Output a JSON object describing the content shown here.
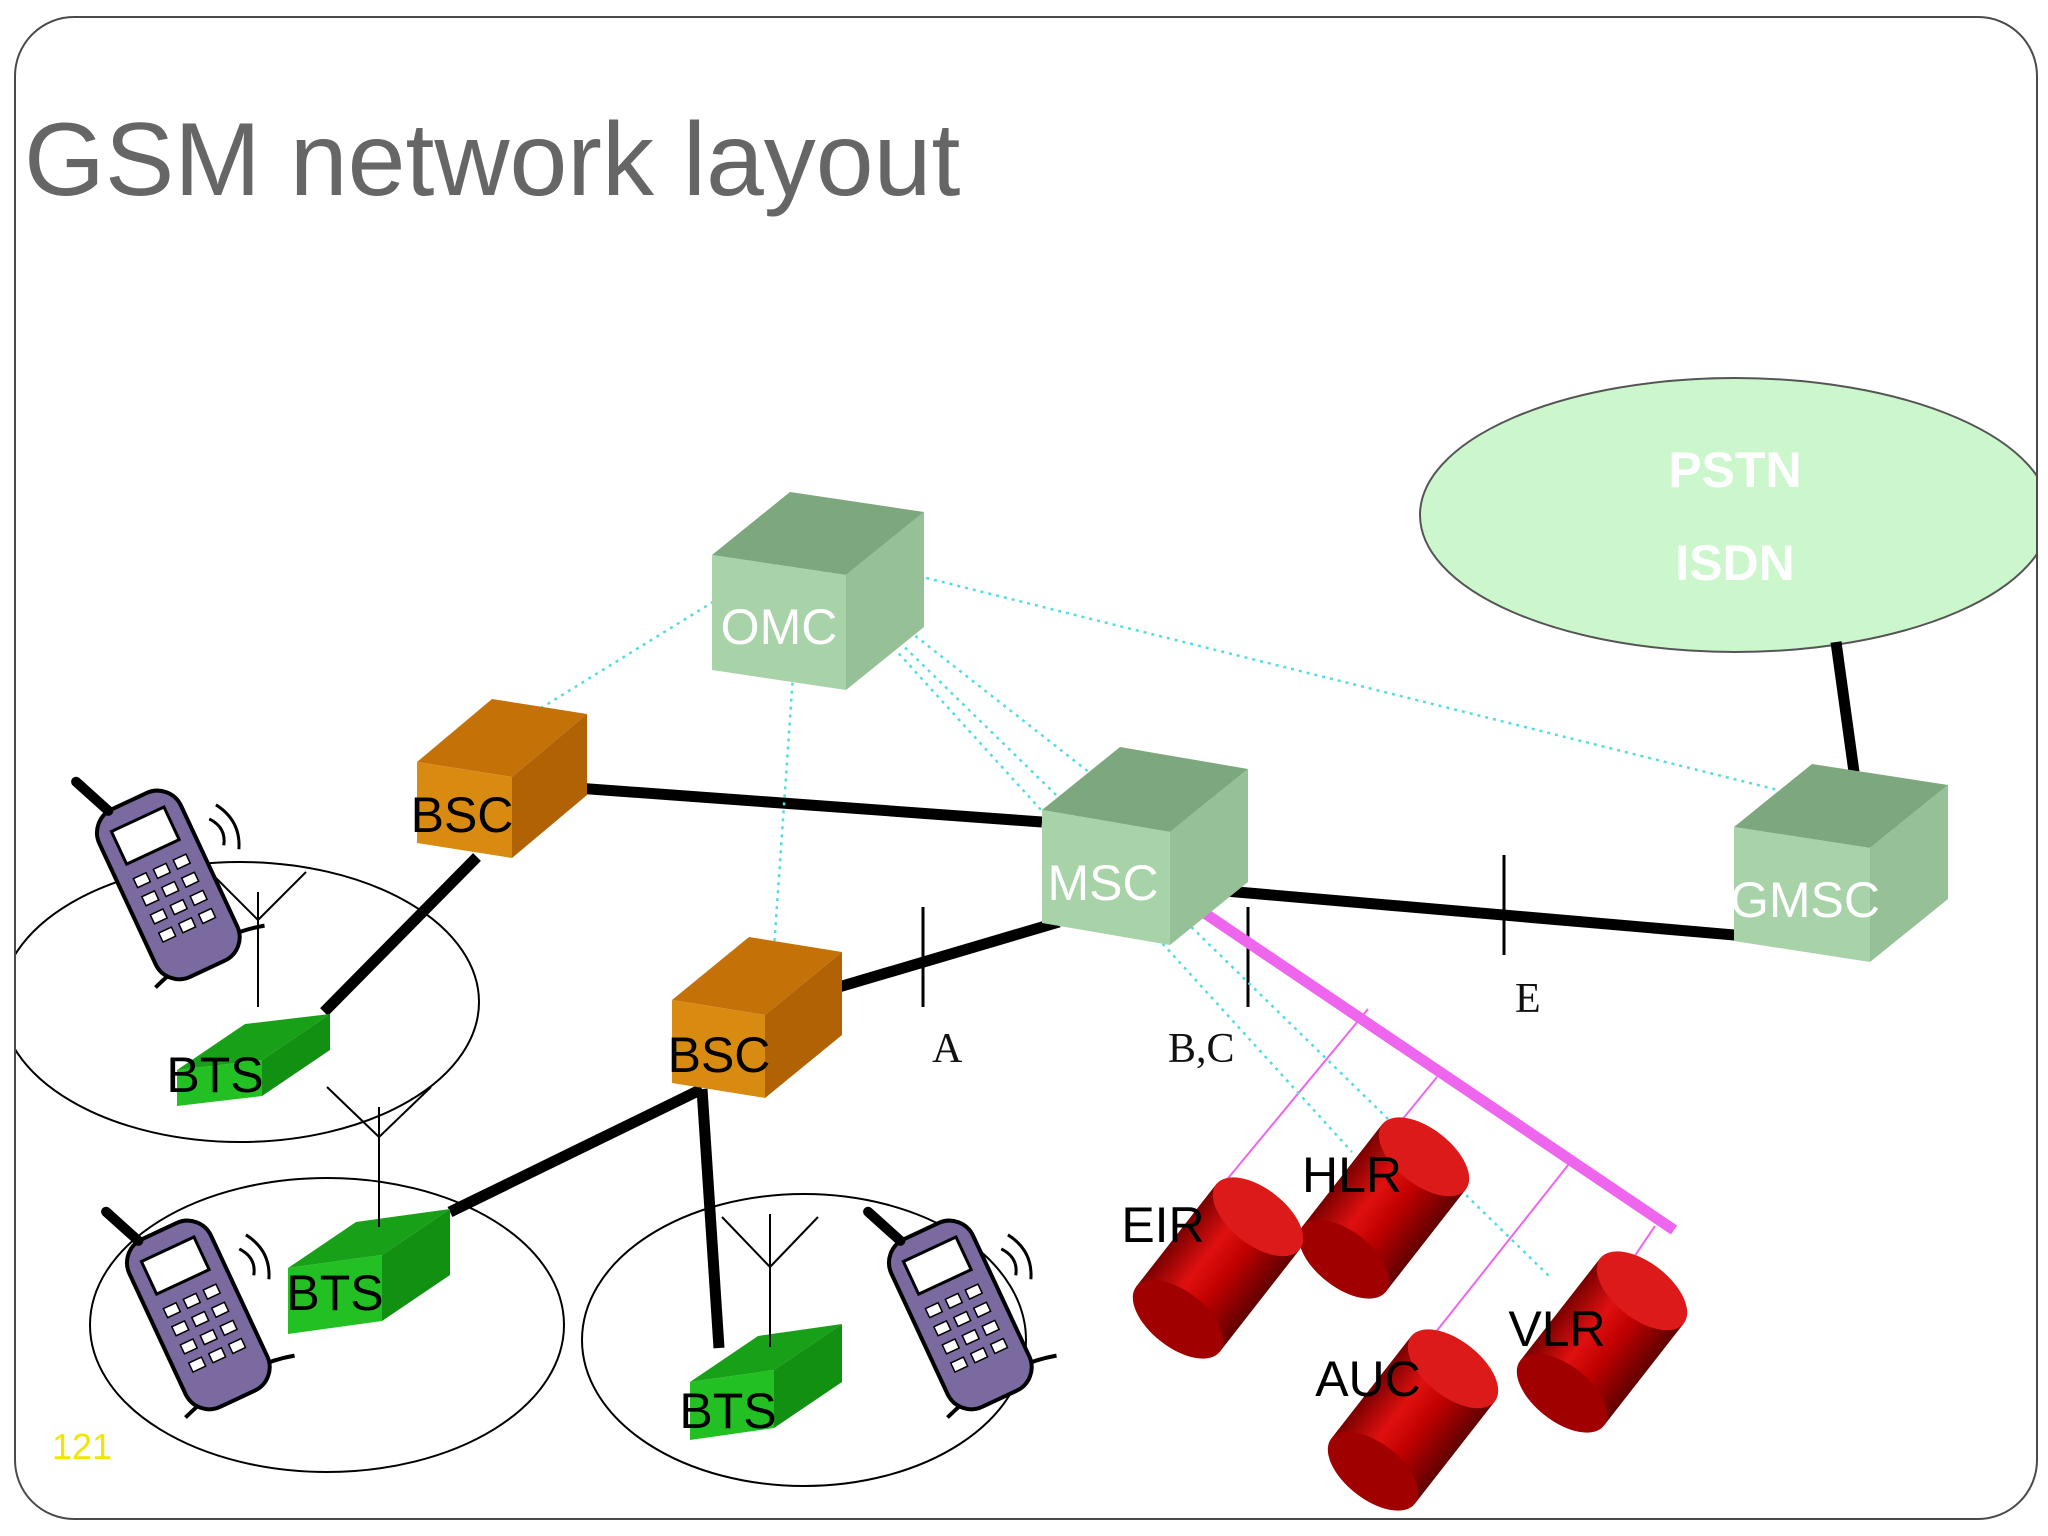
{
  "slide": {
    "title": "GSM network layout",
    "page_number": "121"
  },
  "nodes": {
    "omc": "OMC",
    "bsc": "BSC",
    "msc": "MSC",
    "gmsc": "GMSC",
    "bts": "BTS",
    "hlr": "HLR",
    "eir": "EIR",
    "auc": "AUC",
    "vlr": "VLR"
  },
  "external_network": {
    "line1": "PSTN",
    "line2": "ISDN"
  },
  "interfaces": {
    "a": "A",
    "bc": "B,C",
    "e": "E"
  },
  "colors": {
    "cube_green": "#a8d2a8",
    "cube_orange": "#d98a10",
    "bts_green": "#22c022",
    "database_red": "#c80000",
    "network_cloud": "#ccf7cc",
    "signalling_bus": "#ee66ee",
    "management_link": "#55dddd"
  },
  "icons": {
    "phone": "mobile-phone-icon",
    "antenna": "antenna-icon"
  }
}
